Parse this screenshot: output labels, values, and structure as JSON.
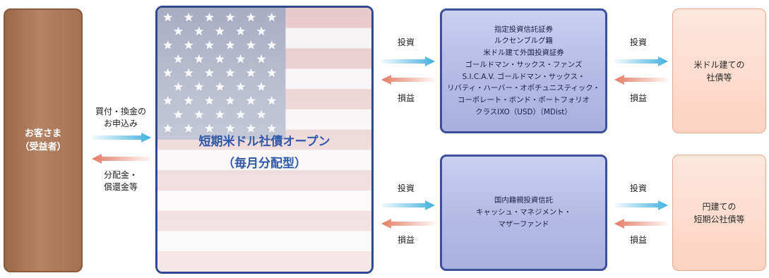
{
  "customer": {
    "line1": "お客さま",
    "line2": "（受益者）"
  },
  "fund": {
    "line1": "短期米ドル社債オープン",
    "line2": "（毎月分配型）"
  },
  "flows_customer": {
    "subscribe_line1": "買付・換金の",
    "subscribe_line2": "お申込み",
    "distribution_line1": "分配金・",
    "distribution_line2": "償還金等"
  },
  "trust_top": {
    "lines": [
      "指定投資信託証券",
      "ルクセンブルグ籍",
      "米ドル建て外国投資証券",
      "ゴールドマン・サックス・ファンズ",
      "S.I.C.A.V. ゴールドマン・サックス・",
      "リバティ・ハーバー・オポチュニスティック・",
      "コーポレート・ボンド・ポートフォリオ",
      "クラスIXO（USD）（MDist）"
    ]
  },
  "trust_bottom": {
    "lines": [
      "国内籍親投資信託",
      "キャッシュ・マネジメント・",
      "マザーファンド"
    ]
  },
  "bond_top": {
    "lines": [
      "米ドル建ての",
      "社債等"
    ]
  },
  "bond_bottom": {
    "lines": [
      "円建ての",
      "短期公社債等"
    ]
  },
  "labels": {
    "invest": "投資",
    "profit": "損益"
  },
  "colors": {
    "invest_arrow": "#3fb0de",
    "profit_arrow": "#e47b64",
    "trust_border": "#3d4f9b",
    "fund_border": "#2e4a8c",
    "customer_fill": "#a87555",
    "bond_fill": "#fcdccd"
  }
}
